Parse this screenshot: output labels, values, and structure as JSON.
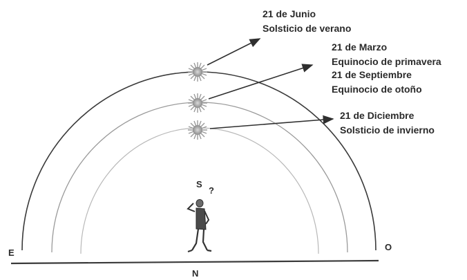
{
  "labels": {
    "june_date": "21 de Junio",
    "june_name": "Solsticio de verano",
    "march_date": "21 de Marzo",
    "march_name": "Equinocio de primavera",
    "sept_date": "21 de Septiembre",
    "sept_name": "Equinocio de otoño",
    "dec_date": "21 de Diciembre",
    "dec_name": "Solsticio de invierno"
  },
  "directions": {
    "east": "E",
    "west": "O",
    "north": "N",
    "south": "S"
  },
  "thought_mark": "?",
  "colors": {
    "sun": "#a8a8a8",
    "ink": "#2f2f2f",
    "arc_outer": "#3a3a3a",
    "arc_mid": "#9a9a9a",
    "arc_inner": "#b8b8b8"
  }
}
